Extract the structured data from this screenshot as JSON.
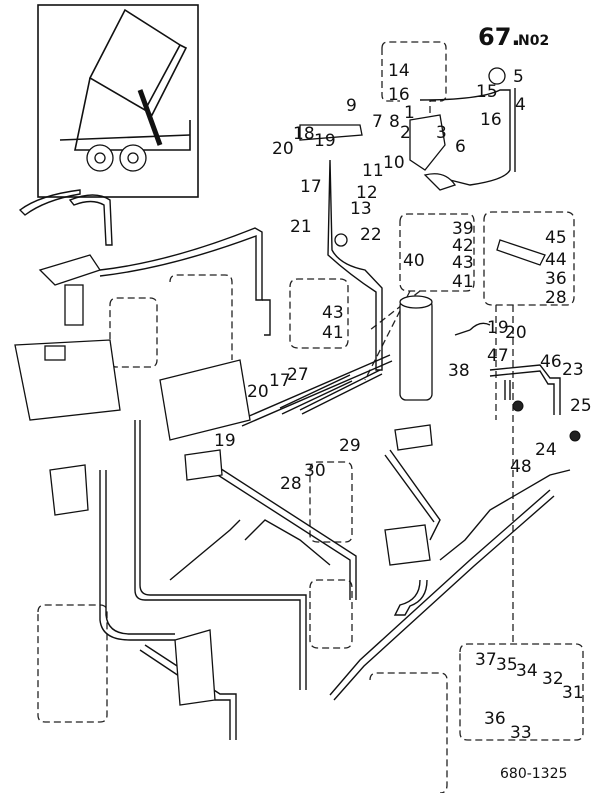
{
  "header": {
    "title_number": "67.",
    "title_suffix": "N02"
  },
  "footer": {
    "drawing_code": "680-1325"
  },
  "callouts": [
    "14",
    "16",
    "5",
    "4",
    "15",
    "16",
    "9",
    "7",
    "8",
    "1",
    "2",
    "3",
    "6",
    "18",
    "19",
    "20",
    "17",
    "10",
    "11",
    "12",
    "13",
    "21",
    "22",
    "39",
    "42",
    "40",
    "43",
    "41",
    "45",
    "44",
    "36",
    "28",
    "43",
    "41",
    "19",
    "20",
    "47",
    "46",
    "23",
    "38",
    "27",
    "17",
    "20",
    "25",
    "24",
    "29",
    "30",
    "28",
    "19",
    "48",
    "37",
    "35",
    "34",
    "32",
    "31",
    "36",
    "33"
  ]
}
